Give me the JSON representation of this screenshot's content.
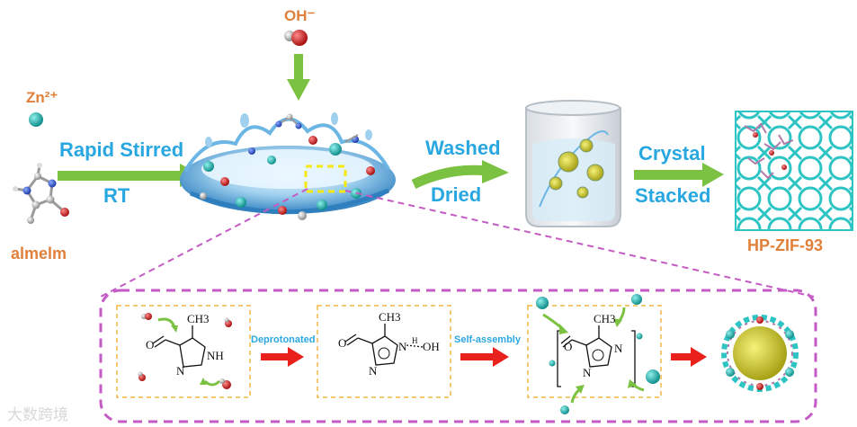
{
  "top": {
    "oh_label": "OH⁻",
    "zn_label": "Zn²⁺",
    "ligand_label": "almelm",
    "step1_top": "Rapid Stirred",
    "step1_bottom": "RT",
    "step2_top": "Washed",
    "step2_bottom": "Dried",
    "step3_top": "Crystal",
    "step3_bottom": "Stacked",
    "product_label": "HP-ZIF-93"
  },
  "mechanism": {
    "panel1": {
      "methyl": "CH3",
      "nh": "NH",
      "n": "N",
      "o": "O"
    },
    "arrow1_label": "Deprotonated",
    "panel2": {
      "methyl": "CH3",
      "n_h": "N",
      "h": "H",
      "oh": "OH",
      "o": "O",
      "n": "N"
    },
    "arrow2_label": "Self-assembly",
    "panel3": {
      "methyl": "CH3",
      "n_minus": "N",
      "o": "O",
      "n": "N"
    }
  },
  "watermark": "大数跨境",
  "colors": {
    "blue_text": "#29a7e1",
    "orange_text": "#e1803a",
    "green_arrow": "#7cc242",
    "red_arrow": "#e8211c",
    "zn_teal": "#1fa9a6",
    "oxygen_red": "#c41e1e",
    "dashed_purple": "#c45bc4",
    "dashed_yellow": "#f1b742",
    "framework_cyan": "#2ec4c4"
  }
}
